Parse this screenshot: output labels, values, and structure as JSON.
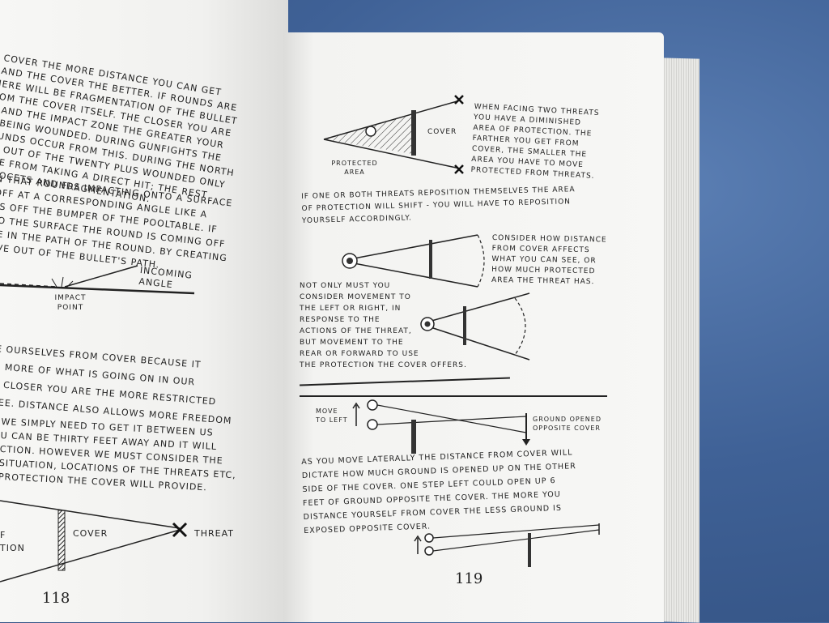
{
  "left_page": {
    "paragraph1": [
      "G COVER THE MORE DISTANCE YOU CAN GET",
      "U AND THE COVER THE BETTER. IF ROUNDS ARE",
      "THERE WILL BE FRAGMENTATION OF THE BULLET",
      "FROM THE COVER ITSELF. THE CLOSER YOU ARE",
      "ER AND THE IMPACT ZONE THE GREATER YOUR",
      "OF BEING WOUNDED. DURING GUNFIGHTS THE",
      "WOUNDS OCCUR FROM THIS. DURING THE NORTH",
      "GHT OUT OF THE TWENTY PLUS WOUNDED ONLY",
      "WERE FROM TAKING A DIRECT HIT; THE REST",
      "RICHOCETS AND FRAGMENTATION."
    ],
    "paragraph2": [
      "N THAT ROUNDS IMPACTING ONTO A SURFACE",
      "OFF AT A CORRESPONDING ANGLE LIKE A",
      "ES OFF THE BUMPER OF THE POOLTABLE. IF",
      "TO THE SURFACE THE ROUND IS COMING OFF",
      "BE IN THE PATH OF THE ROUND. BY CREATING",
      "OVE OUT OF THE BULLET'S PATH."
    ],
    "fig_incoming_angle": "INCOMING ANGLE",
    "fig_impact_point": "IMPACT POINT",
    "paragraph3": [
      "E OURSELVES FROM COVER BECAUSE IT",
      "E MORE OF WHAT IS GOING ON IN OUR",
      "E CLOSER YOU ARE THE MORE RESTRICTED",
      "SEE. DISTANCE ALSO ALLOWS MORE FREEDOM"
    ],
    "paragraph4": [
      "WE SIMPLY NEED TO GET IT BETWEEN US",
      "U CAN BE THIRTY FEET AWAY AND IT WILL",
      "CTION. HOWEVER WE MUST CONSIDER THE",
      "SITUATION, LOCATIONS OF THE THREATS ETC,",
      "PROTECTION THE COVER WILL PROVIDE."
    ],
    "fig_cover": "COVER",
    "fig_threat": "THREAT",
    "fig_frag1": "F",
    "fig_frag2": "TION",
    "page_number": "118"
  },
  "right_page": {
    "fig1_cover": "COVER",
    "fig1_protected_area": "PROTECTED AREA",
    "fig1_caption": [
      "WHEN FACING TWO THREATS",
      "YOU HAVE A DIMINISHED",
      "AREA OF PROTECTION. THE",
      "FARTHER YOU GET FROM",
      "COVER, THE SMALLER THE",
      "AREA YOU HAVE TO MOVE",
      "PROTECTED FROM THREATS."
    ],
    "paragraph1": [
      "IF ONE OR BOTH THREATS REPOSITION THEMSELVES THE AREA",
      "OF PROTECTION WILL SHIFT - YOU WILL HAVE TO REPOSITION",
      "YOURSELF ACCORDINGLY."
    ],
    "fig2_caption": [
      "CONSIDER HOW DISTANCE",
      "FROM COVER AFFECTS",
      "WHAT YOU CAN SEE, OR",
      "HOW MUCH PROTECTED",
      "AREA THE THREAT HAS."
    ],
    "fig3_caption": [
      "NOT ONLY MUST YOU",
      "CONSIDER MOVEMENT TO",
      "THE LEFT OR RIGHT, IN",
      "RESPONSE TO THE",
      "ACTIONS OF THE THREAT,",
      "BUT MOVEMENT TO THE",
      "REAR OR FORWARD TO USE",
      "THE PROTECTION THE COVER OFFERS."
    ],
    "fig4_move_left": "MOVE TO LEFT",
    "fig4_ground_opened": "GROUND OPENED OPPOSITE COVER",
    "paragraph2": [
      "AS YOU MOVE LATERALLY THE DISTANCE FROM COVER WILL",
      "DICTATE HOW MUCH GROUND IS OPENED UP ON THE OTHER",
      "SIDE OF THE COVER. ONE STEP LEFT COULD OPEN UP 6",
      "FEET OF GROUND OPPOSITE THE COVER. THE MORE YOU",
      "DISTANCE YOURSELF FROM COVER THE LESS GROUND IS",
      "EXPOSED OPPOSITE COVER."
    ],
    "page_number": "119"
  }
}
